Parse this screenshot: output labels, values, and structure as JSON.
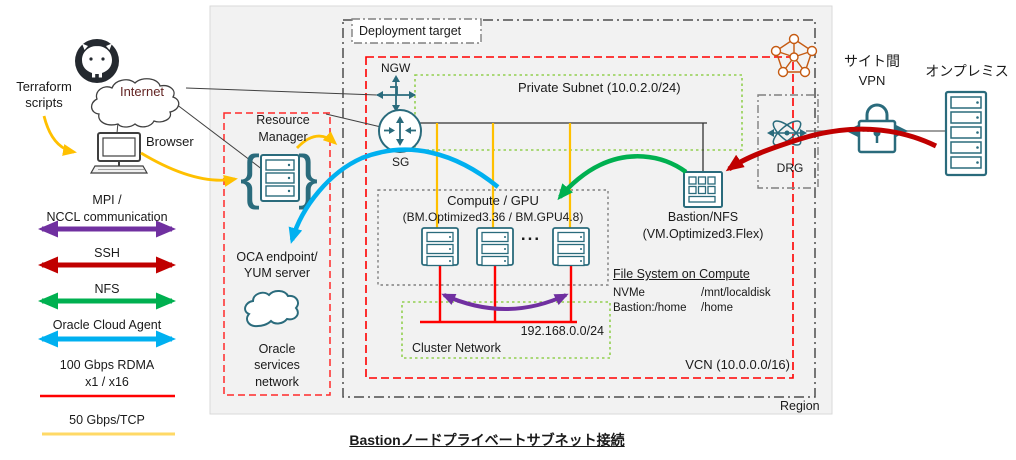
{
  "caption": "Bastionノードプライベートサブネット接続",
  "external": {
    "terraform_line1": "Terraform",
    "terraform_line2": "scripts",
    "internet": "Internet",
    "browser": "Browser",
    "site_vpn_line1": "サイト間",
    "site_vpn_line2": "VPN",
    "onpremises": "オンプレミス"
  },
  "legend": {
    "items": [
      {
        "line1": "MPI /",
        "line2": "NCCL communication",
        "style": "double-arrow",
        "color": "#7030a0"
      },
      {
        "line1": "SSH",
        "line2": "",
        "style": "double-arrow",
        "color": "#c00000"
      },
      {
        "line1": "NFS",
        "line2": "",
        "style": "double-arrow",
        "color": "#00b050"
      },
      {
        "line1": "Oracle Cloud Agent",
        "line2": "",
        "style": "double-arrow",
        "color": "#00b0f0"
      },
      {
        "line1": "100 Gbps RDMA",
        "line2": "x1 / x16",
        "style": "line",
        "color": "#ff0000"
      },
      {
        "line1": "50 Gbps/TCP",
        "line2": "",
        "style": "line",
        "color": "#ffd966"
      }
    ]
  },
  "region": {
    "label": "Region",
    "deployment_target": "Deployment target",
    "vcn_label": "VCN (10.0.0.0/16)",
    "private_subnet": "Private Subnet (10.0.2.0/24)",
    "ngw": "NGW",
    "sg": "SG",
    "drg": "DRG"
  },
  "oracle_side": {
    "resource_manager_line1": "Resource",
    "resource_manager_line2": "Manager",
    "oca_line1": "OCA endpoint/",
    "oca_line2": "YUM server",
    "osn_line1": "Oracle",
    "osn_line2": "services",
    "osn_line3": "network"
  },
  "compute": {
    "title": "Compute / GPU",
    "shapes": "(BM.Optimized3.36 / BM.GPU4.8)",
    "ellipsis": "...",
    "cluster_ip": "192.168.0.0/24",
    "cluster_label": "Cluster Network"
  },
  "bastion": {
    "title": "Bastion/NFS",
    "shape": "(VM.Optimized3.Flex)",
    "fs_title": "File System on Compute",
    "fs_rows": [
      {
        "device": "NVMe",
        "mount": "/mnt/localdisk"
      },
      {
        "device": "Bastion:/home",
        "mount": "/home"
      }
    ]
  },
  "colors": {
    "icon_teal": "#2a6b7c",
    "mesh_orange": "#c55a11",
    "arrow_yellow": "#ffc000",
    "arrow_cyan": "#00b0f0",
    "arrow_green": "#00b050",
    "arrow_dark_red": "#c00000",
    "arrow_purple": "#7030a0",
    "rdma_red": "#ff0000",
    "tcp_yellow": "#ffd966",
    "subnet_green_border": "#92d050",
    "vcn_red_border": "#ff0000"
  }
}
